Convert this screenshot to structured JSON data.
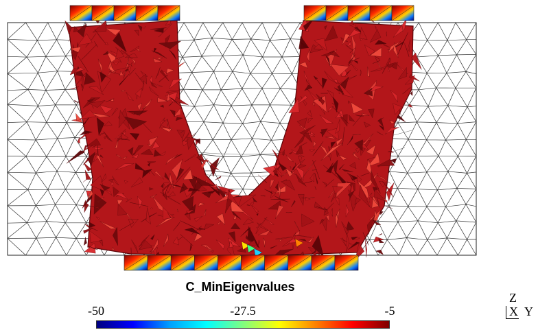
{
  "colorbar": {
    "title": "C_MinEigenvalues",
    "min_label": "-50",
    "mid_label": "-27.5",
    "max_label": "-5",
    "gradient": [
      "#00007f",
      "#0000ff",
      "#00a0ff",
      "#00ffff",
      "#80ff80",
      "#ffff00",
      "#ff8000",
      "#ff0000",
      "#7f0000"
    ]
  },
  "axes": {
    "z": "Z",
    "x": "X",
    "y": "Y"
  },
  "colors": {
    "mesh_line": "#333333",
    "surface_red": "#b3161a",
    "surface_dark": "#6e0a0c",
    "background": "#ffffff"
  }
}
